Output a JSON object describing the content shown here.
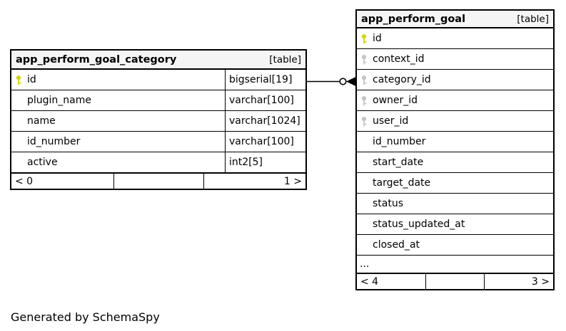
{
  "note": "Generated by SchemaSpy",
  "colors": {
    "primary_key": "#d5d500",
    "foreign_key": "#c4c4c4",
    "header_bg": "#f5f5f5",
    "border": "#000000"
  },
  "tables": [
    {
      "name": "app_perform_goal_category",
      "tag": "[table]",
      "columns": [
        {
          "name": "id",
          "type": "bigserial[19]",
          "key": "primary"
        },
        {
          "name": "plugin_name",
          "type": "varchar[100]",
          "key": ""
        },
        {
          "name": "name",
          "type": "varchar[1024]",
          "key": ""
        },
        {
          "name": "id_number",
          "type": "varchar[100]",
          "key": ""
        },
        {
          "name": "active",
          "type": "int2[5]",
          "key": ""
        }
      ],
      "footer": {
        "left": "< 0",
        "middle": "",
        "right": "1 >"
      }
    },
    {
      "name": "app_perform_goal",
      "tag": "[table]",
      "columns": [
        {
          "name": "id",
          "key": "primary"
        },
        {
          "name": "context_id",
          "key": "foreign"
        },
        {
          "name": "category_id",
          "key": "foreign"
        },
        {
          "name": "owner_id",
          "key": "foreign"
        },
        {
          "name": "user_id",
          "key": "foreign"
        },
        {
          "name": "id_number",
          "key": ""
        },
        {
          "name": "start_date",
          "key": ""
        },
        {
          "name": "target_date",
          "key": ""
        },
        {
          "name": "status",
          "key": ""
        },
        {
          "name": "status_updated_at",
          "key": ""
        },
        {
          "name": "closed_at",
          "key": ""
        },
        {
          "name": "...",
          "key": "",
          "ellipsis": true
        }
      ],
      "footer": {
        "left": "< 4",
        "middle": "",
        "right": "3 >"
      }
    }
  ],
  "relationship": {
    "from": "app_perform_goal_category.id",
    "to": "app_perform_goal.category_id"
  }
}
